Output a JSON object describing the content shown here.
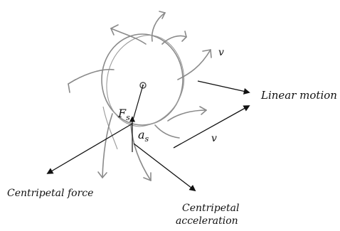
{
  "labels": {
    "v_top": "v",
    "linear_motion": "Linear motion",
    "F": "F",
    "F_sub": "s",
    "a": "a",
    "a_sub": "s",
    "v_lower": "v",
    "centripetal_force": "Centripetal force",
    "centripetal_acceleration_line1": "Centripetal",
    "centripetal_acceleration_line2": "acceleration"
  },
  "colors": {
    "sketch": "#8a8a8a",
    "ink": "#111111"
  }
}
